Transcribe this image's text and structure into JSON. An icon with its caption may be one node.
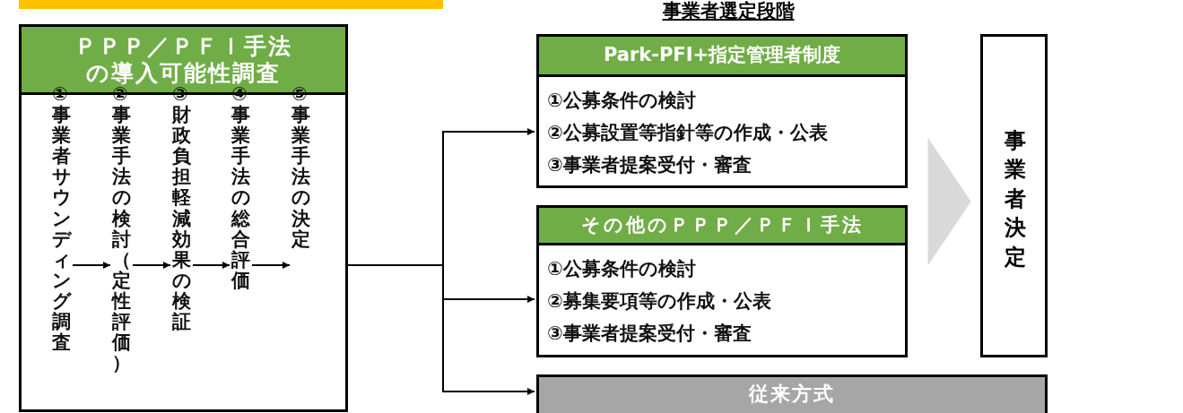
{
  "diagram": {
    "title": "事業者選定段階",
    "nodes": [
      {
        "text": [
          "ＰＰＰ／ＰＦＩ手法の導入可能性調査"
        ]
      },
      {
        "text": [
          "①事業者サウンディング調査"
        ],
        "in": 0
      },
      {
        "text": [
          "②事業手法の検討（定性評価）"
        ],
        "in": 0
      },
      {
        "text": [
          "③財政負担軽減効果の検証"
        ],
        "in": 0
      },
      {
        "text": [
          "④事業手法の総合評価"
        ],
        "in": 0
      },
      {
        "text": [
          "⑤事業手法の決定"
        ],
        "in": 0
      },
      {
        "text": [
          "Park-PFI+指定管理者制度",
          "①公募条件の検討",
          "②公募設置等指針等の作成・公表",
          "③事業者提案受付・審査"
        ]
      },
      {
        "text": [
          "その他のＰＰＰ／ＰＦＩ手法",
          "①公募条件の検討",
          "②募集要項等の作成・公表",
          "③事業者提案受付・審査"
        ]
      },
      {
        "text": [
          "従来方式"
        ]
      },
      {
        "text": [
          "事業者決定"
        ]
      }
    ],
    "edges": [
      {
        "from": 1,
        "to": 2,
        "arrow": "to"
      },
      {
        "from": 2,
        "to": 3,
        "arrow": "to"
      },
      {
        "from": 3,
        "to": 4,
        "arrow": "to"
      },
      {
        "from": 4,
        "to": 5,
        "arrow": "to"
      },
      {
        "from": 0,
        "to": 6,
        "arrow": "to"
      },
      {
        "from": 0,
        "to": 7,
        "arrow": "to"
      },
      {
        "from": 0,
        "to": 8,
        "arrow": "to"
      },
      {
        "from": 6,
        "to": 9,
        "arrow": "to",
        "style": "thick",
        "color": "#d9d9d9"
      },
      {
        "from": 7,
        "to": 9,
        "arrow": "to",
        "style": "thick",
        "color": "#d9d9d9"
      }
    ]
  }
}
